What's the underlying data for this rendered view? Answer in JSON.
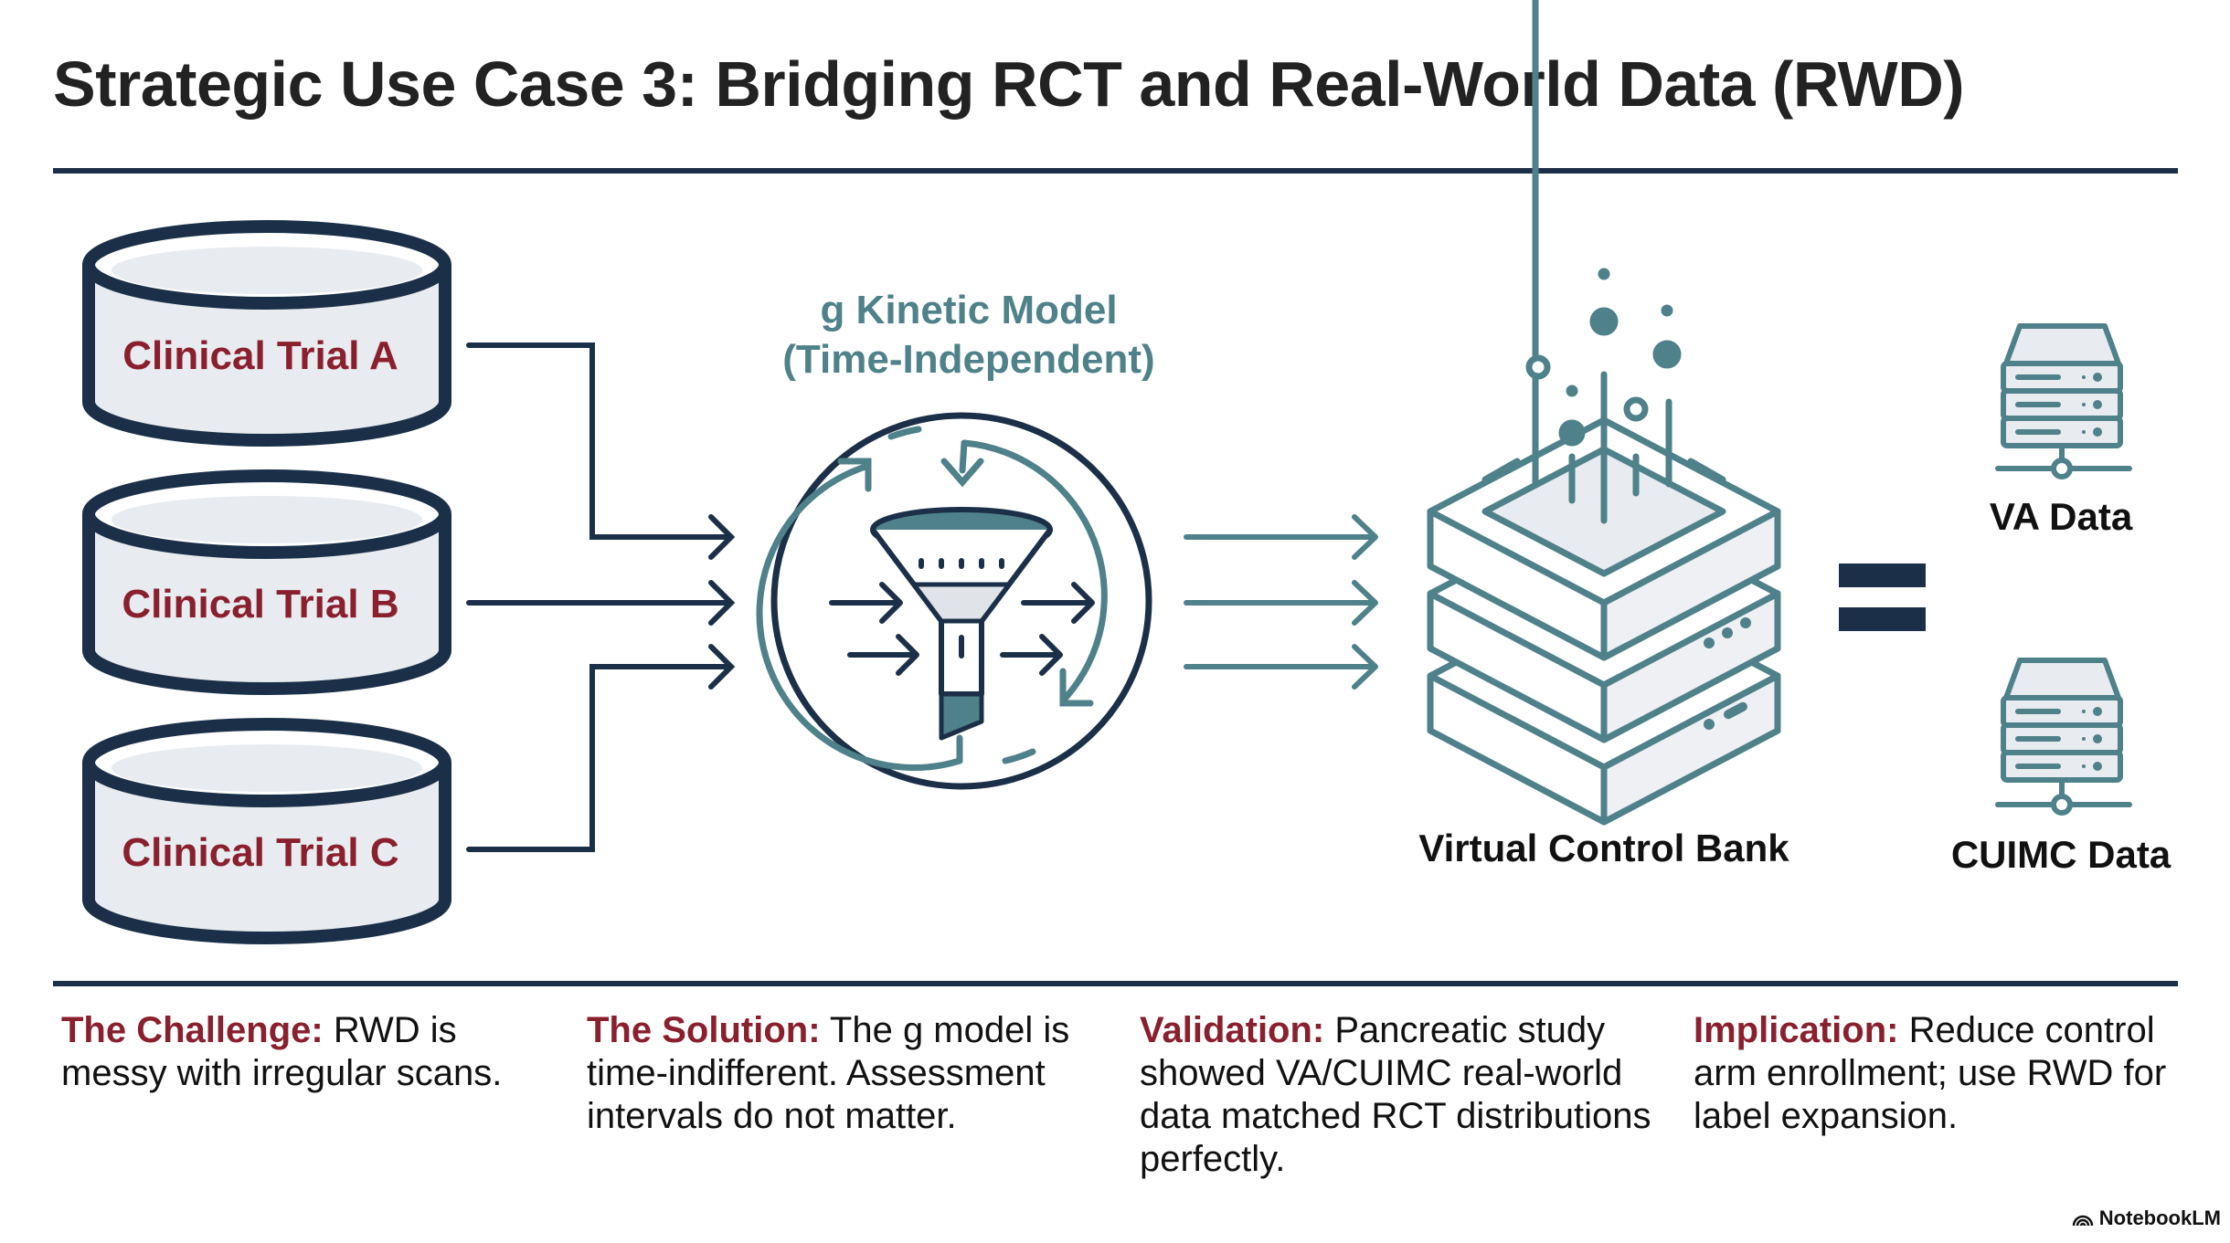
{
  "title": "Strategic Use Case 3: Bridging RCT and Real-World Data (RWD)",
  "sources": [
    {
      "label": "Clinical Trial A"
    },
    {
      "label": "Clinical Trial B"
    },
    {
      "label": "Clinical Trial C"
    }
  ],
  "model": {
    "line1": "g Kinetic Model",
    "line2": "(Time-Independent)",
    "icon": "funnel-cycle-icon"
  },
  "bank": {
    "label": "Virtual Control Bank",
    "icon": "stacked-database-icon"
  },
  "equals": "=",
  "targets": [
    {
      "label": "VA Data",
      "icon": "server-icon"
    },
    {
      "label": "CUIMC Data",
      "icon": "server-icon"
    }
  ],
  "columns": [
    {
      "lead": "The Challenge:",
      "text": " RWD is messy with irregular scans."
    },
    {
      "lead": "The Solution:",
      "text": " The g model is time-indifferent. Assessment intervals do not matter."
    },
    {
      "lead": "Validation:",
      "text": " Pancreatic study showed VA/CUIMC real-world data matched RCT distributions perfectly."
    },
    {
      "lead": "Implication:",
      "text": " Reduce control arm enrollment; use RWD for label expansion."
    }
  ],
  "brand": "NotebookLM",
  "colors": {
    "navy": "#1b3048",
    "teal": "#4e8189",
    "maroon": "#8a1f2d",
    "fill": "#e8ebef"
  }
}
